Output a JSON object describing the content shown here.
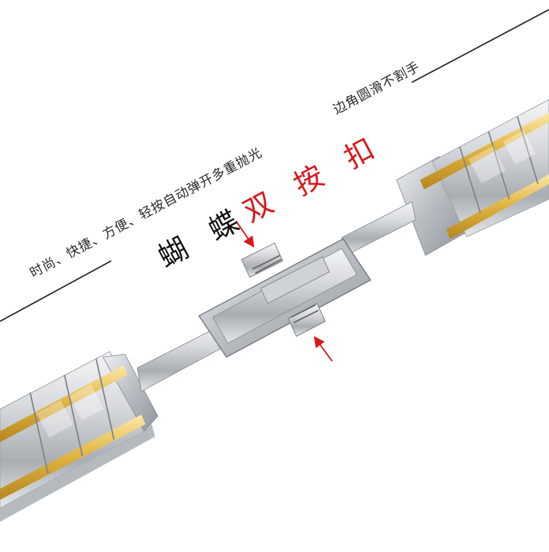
{
  "caption": {
    "line1": "时尚、快捷、方便、轻按自动弹开多重抛光",
    "line2": "边角圆滑不割手"
  },
  "title": {
    "black": "蝴 蝶",
    "red": "双 按 扣"
  },
  "colors": {
    "accent_red": "#d8191c",
    "text_dark": "#2a2a2a",
    "steel": "#c9cdd1",
    "gold": "#e2b744"
  },
  "annotation": {
    "arrows": [
      "red-arrow-top",
      "red-arrow-bottom"
    ]
  }
}
